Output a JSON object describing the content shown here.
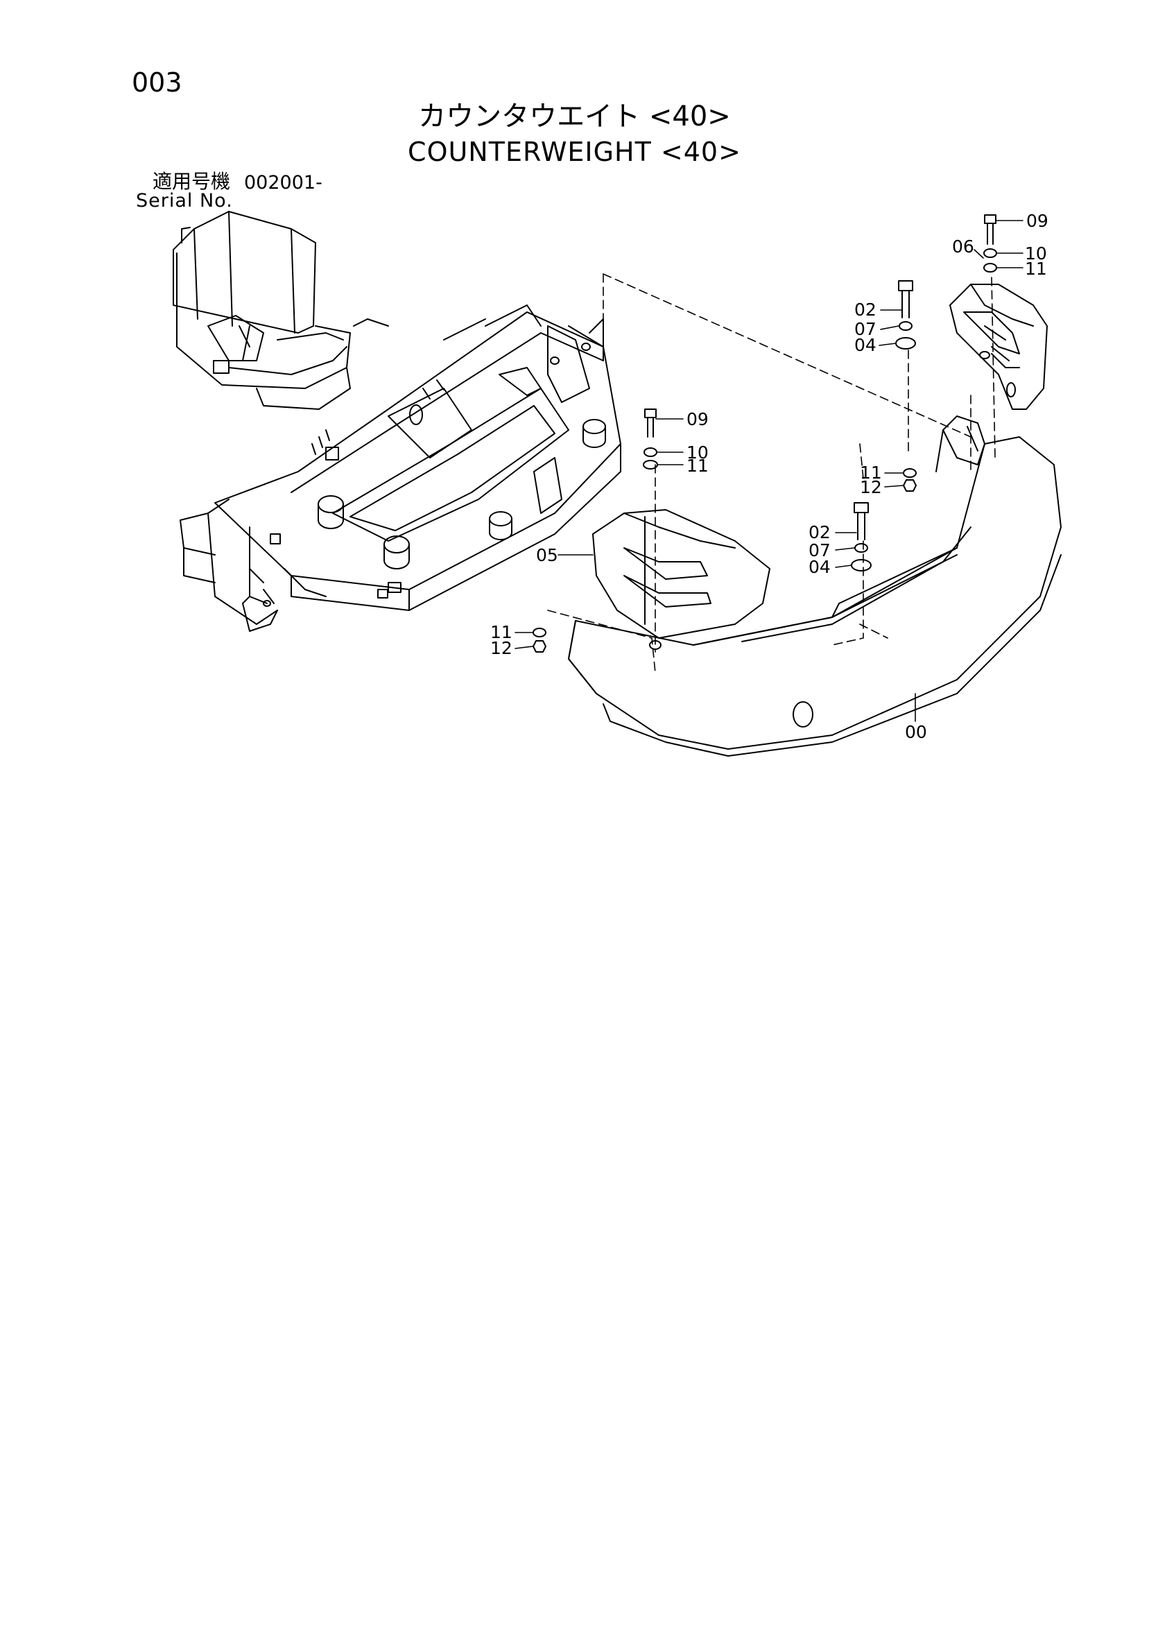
{
  "page": {
    "number": "003"
  },
  "title": {
    "japanese": "カウンタウエイト <40>",
    "english": "COUNTERWEIGHT <40>"
  },
  "serial": {
    "label_jp": "適用号機",
    "value": "002001-",
    "label_en": "Serial No."
  },
  "callouts": {
    "c00": "00",
    "c02a": "02",
    "c07a": "07",
    "c04a": "04",
    "c02b": "02",
    "c07b": "07",
    "c04b": "04",
    "c05": "05",
    "c06": "06",
    "c09a": "09",
    "c10a": "10",
    "c11a": "11",
    "c09b": "09",
    "c10b": "10",
    "c11b": "11",
    "c11c": "11",
    "c12c": "12",
    "c11d": "11",
    "c12d": "12"
  }
}
